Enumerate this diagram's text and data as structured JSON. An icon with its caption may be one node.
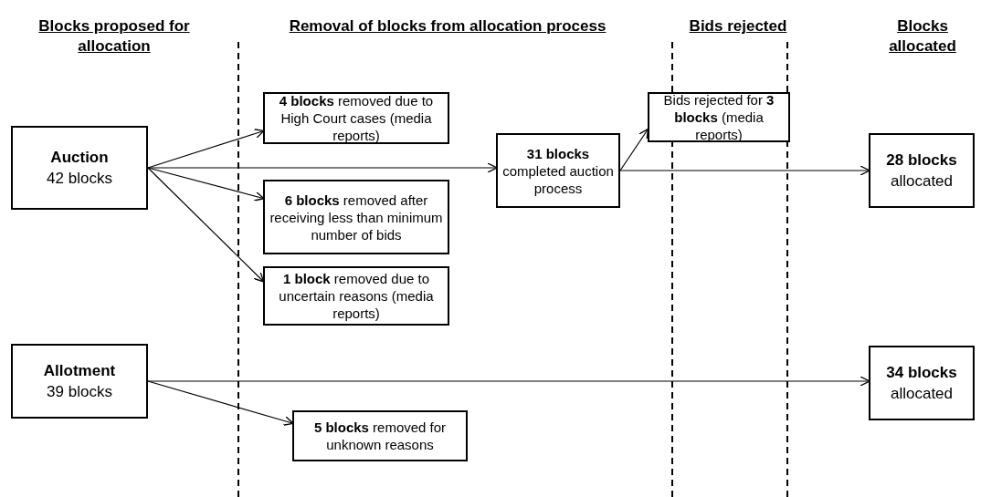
{
  "diagram": {
    "nodes": [
      {
        "text": [
          "Auction",
          "42 blocks"
        ]
      },
      {
        "text": [
          "Allotment",
          "39 blocks"
        ]
      },
      {
        "text": [
          "**4 blocks** removed due to High Court cases (media reports)"
        ]
      },
      {
        "text": [
          "**6 blocks** removed after receiving less than minimum number of bids"
        ]
      },
      {
        "text": [
          "**1 block** removed due to uncertain reasons (media reports)"
        ]
      },
      {
        "text": [
          "**5 blocks** removed for unknown reasons"
        ]
      },
      {
        "text": [
          "**31 blocks** completed auction process"
        ]
      },
      {
        "text": [
          "Bids rejected for **3 blocks** (media reports)"
        ]
      },
      {
        "text": [
          "28 blocks",
          "allocated"
        ]
      },
      {
        "text": [
          "34 blocks",
          "allocated"
        ]
      }
    ],
    "edges": [
      {
        "from": 0,
        "to": 2,
        "arrow": "to"
      },
      {
        "from": 0,
        "to": 6,
        "arrow": "to"
      },
      {
        "from": 0,
        "to": 3,
        "arrow": "to"
      },
      {
        "from": 0,
        "to": 4,
        "arrow": "to"
      },
      {
        "from": 6,
        "to": 7,
        "arrow": "to"
      },
      {
        "from": 6,
        "to": 8,
        "arrow": "to"
      },
      {
        "from": 1,
        "to": 9,
        "arrow": "to"
      },
      {
        "from": 1,
        "to": 5,
        "arrow": "to"
      }
    ],
    "labels": [
      "Blocks proposed for allocation",
      "Removal of blocks from allocation process",
      "Bids rejected",
      "Blocks allocated"
    ]
  }
}
